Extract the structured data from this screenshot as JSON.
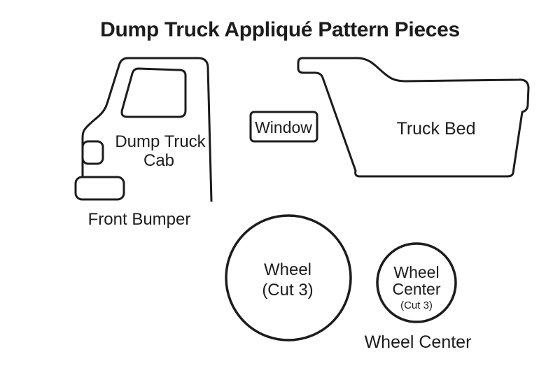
{
  "title": "Dump Truck Appliqué Pattern Pieces",
  "pieces": {
    "cab": {
      "label_line1": "Dump Truck",
      "label_line2": "Cab"
    },
    "front_bumper": {
      "label": "Front Bumper"
    },
    "window": {
      "label": "Window"
    },
    "truck_bed": {
      "label": "Truck Bed"
    },
    "wheel": {
      "label_line1": "Wheel",
      "label_line2": "(Cut 3)"
    },
    "wheel_center": {
      "label_line1": "Wheel",
      "label_line2": "Center",
      "label_line3": "(Cut 3)",
      "caption": "Wheel Center"
    }
  },
  "colors": {
    "line": "#1c1c1c",
    "text": "#1c1c1c",
    "background": "#ffffff"
  }
}
